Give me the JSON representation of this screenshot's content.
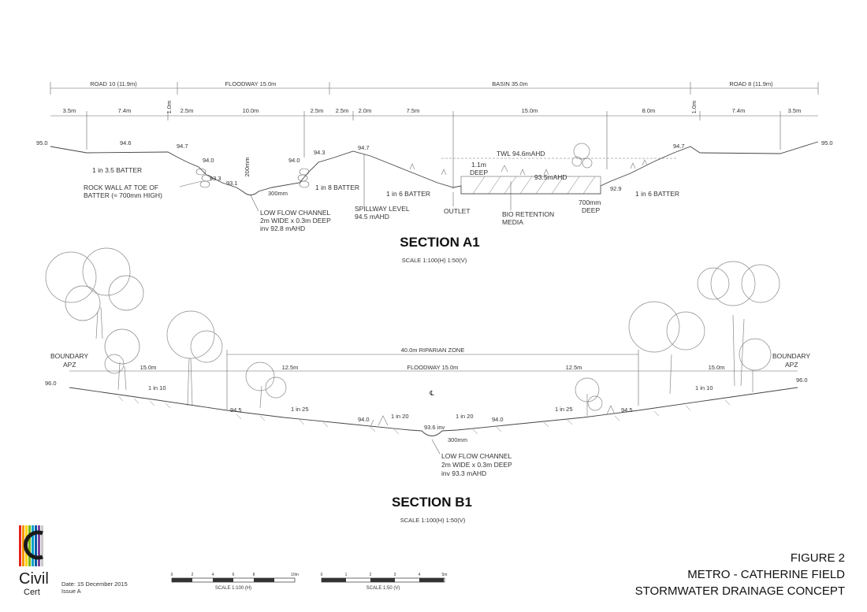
{
  "section_a1": {
    "title": "SECTION A1",
    "scale": "SCALE 1:100(H) 1:50(V)",
    "top_spans": [
      "ROAD 10 (11.9m)",
      "FLOODWAY 15.0m",
      "BASIN 35.0m",
      "ROAD 8 (11.9m)"
    ],
    "sub_dims": [
      "3.5m",
      "7.4m",
      "1.0m",
      "2.5m",
      "10.0m",
      "2.5m",
      "2.5m",
      "2.0m",
      "7.5m",
      "15.0m",
      "8.0m",
      "1.0m",
      "7.4m",
      "3.5m"
    ],
    "levels": {
      "l95_left": "95.0",
      "l94_6": "94.6",
      "l94_7a": "94.7",
      "l94_0a": "94.0",
      "l93_3": "93.3",
      "l93_1": "93.1",
      "l94_0b": "94.0",
      "l94_3": "94.3",
      "l94_7b": "94.7",
      "l94_7c": "94.7",
      "l95_right": "95.0",
      "l92_9": "92.9"
    },
    "labels": {
      "batter_35": "1 in 3.5 BATTER",
      "rock_wall_1": "ROCK WALL AT TOE OF",
      "rock_wall_2": "BATTER (≈ 700mm HIGH)",
      "d200": "200mm",
      "d300": "300mm",
      "low_flow_1": "LOW FLOW CHANNEL",
      "low_flow_2": "2m WIDE x 0.3m DEEP",
      "low_flow_3": "inv 92.8 mAHD",
      "batter_8": "1 in 8 BATTER",
      "batter_6a": "1 in 6 BATTER",
      "spillway_1": "SPILLWAY LEVEL",
      "spillway_2": "94.5 mAHD",
      "outlet": "OUTLET",
      "twl": "TWL 94.6mAHD",
      "deep_1": "1.1m",
      "deep_2": "DEEP",
      "ahd_935": "93.5mAHD",
      "bio_1": "BIO RETENTION",
      "bio_2": "MEDIA",
      "d700_1": "700mm",
      "d700_2": "DEEP",
      "batter_6b": "1 in 6 BATTER"
    }
  },
  "section_b1": {
    "title": "SECTION B1",
    "scale": "SCALE 1:100(H) 1:50(V)",
    "riparian": "40.0m RIPARIAN ZONE",
    "dims": [
      "15.0m",
      "12.5m",
      "FLOODWAY 15.0m",
      "12.5m",
      "15.0m"
    ],
    "boundary_left_1": "BOUNDARY",
    "boundary_left_2": "APZ",
    "boundary_right_1": "BOUNDARY",
    "boundary_right_2": "APZ",
    "levels": {
      "l96_left": "96.0",
      "l96_right": "96.0",
      "l94_5a": "94.5",
      "l94_5b": "94.5",
      "l94_0a": "94.0",
      "l94_0b": "94.0",
      "inv": "93.6 inv"
    },
    "grades": [
      "1 in 10",
      "1 in 25",
      "1 in 20",
      "1 in 20",
      "1 in 25",
      "1 in 10"
    ],
    "d300": "300mm",
    "cl": "℄",
    "low_flow_1": "LOW FLOW CHANNEL",
    "low_flow_2": "2m WIDE x 0.3m DEEP",
    "low_flow_3": "inv 93.3 mAHD"
  },
  "footer": {
    "logo_1": "Civil",
    "logo_2": "Cert",
    "date": "Date: 15 December 2015",
    "issue": "Issue A",
    "scale_bar_1_ticks": [
      "0",
      "2",
      "4",
      "6",
      "8",
      "10m"
    ],
    "scale_bar_1_label": "SCALE 1:100 (H)",
    "scale_bar_2_ticks": [
      "0",
      "1",
      "2",
      "3",
      "4",
      "5m"
    ],
    "scale_bar_2_label": "SCALE 1:50 (V)",
    "figure_1": "FIGURE 2",
    "figure_2": "METRO - CATHERINE FIELD",
    "figure_3": "STORMWATER DRAINAGE CONCEPT"
  },
  "colors": {
    "logo_stripes": [
      "#e2231a",
      "#f39200",
      "#ffd200",
      "#7ab800",
      "#00a0c6",
      "#005aa7",
      "#7b3f98",
      "#c8c8c8"
    ],
    "logo_ring": "#1a1a1a"
  }
}
